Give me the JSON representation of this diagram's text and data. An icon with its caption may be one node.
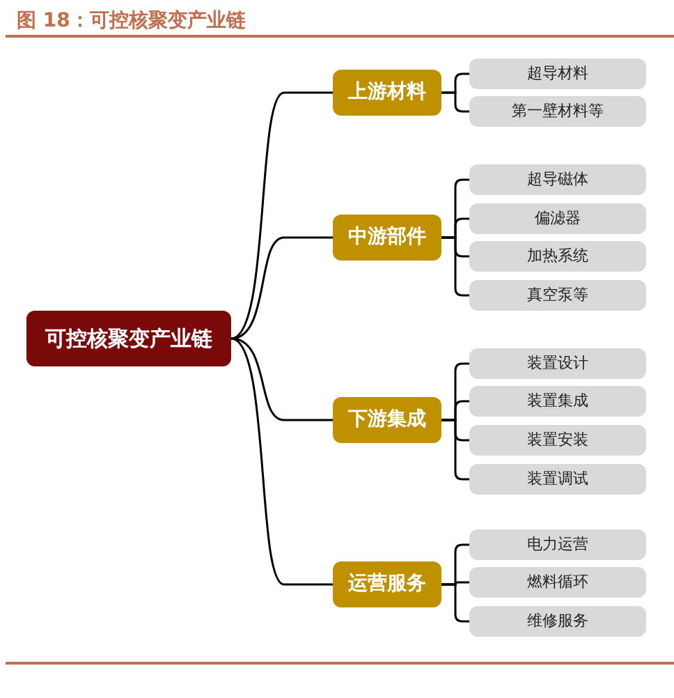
{
  "diagram": {
    "title": "图 18：可控核聚变产业链",
    "nodes": [
      {
        "text": [
          "可控核聚变产业链"
        ]
      },
      {
        "text": [
          "上游材料"
        ]
      },
      {
        "text": [
          "超导材料"
        ]
      },
      {
        "text": [
          "第一壁材料等"
        ]
      },
      {
        "text": [
          "中游部件"
        ]
      },
      {
        "text": [
          "超导磁体"
        ]
      },
      {
        "text": [
          "偏滤器"
        ]
      },
      {
        "text": [
          "加热系统"
        ]
      },
      {
        "text": [
          "真空泵等"
        ]
      },
      {
        "text": [
          "下游集成"
        ]
      },
      {
        "text": [
          "装置设计"
        ]
      },
      {
        "text": [
          "装置集成"
        ]
      },
      {
        "text": [
          "装置安装"
        ]
      },
      {
        "text": [
          "装置调试"
        ]
      },
      {
        "text": [
          "运营服务"
        ]
      },
      {
        "text": [
          "电力运营"
        ]
      },
      {
        "text": [
          "燃料循环"
        ]
      },
      {
        "text": [
          "维修服务"
        ]
      }
    ],
    "edges": [
      {
        "from": 0,
        "to": 1,
        "arrow": "none"
      },
      {
        "from": 1,
        "to": 2,
        "arrow": "none"
      },
      {
        "from": 1,
        "to": 3,
        "arrow": "none"
      },
      {
        "from": 0,
        "to": 4,
        "arrow": "none"
      },
      {
        "from": 4,
        "to": 5,
        "arrow": "none"
      },
      {
        "from": 4,
        "to": 6,
        "arrow": "none"
      },
      {
        "from": 4,
        "to": 7,
        "arrow": "none"
      },
      {
        "from": 4,
        "to": 8,
        "arrow": "none"
      },
      {
        "from": 0,
        "to": 9,
        "arrow": "none"
      },
      {
        "from": 9,
        "to": 10,
        "arrow": "none"
      },
      {
        "from": 9,
        "to": 11,
        "arrow": "none"
      },
      {
        "from": 9,
        "to": 12,
        "arrow": "none"
      },
      {
        "from": 9,
        "to": 13,
        "arrow": "none"
      },
      {
        "from": 0,
        "to": 14,
        "arrow": "none"
      },
      {
        "from": 14,
        "to": 15,
        "arrow": "none"
      },
      {
        "from": 14,
        "to": 16,
        "arrow": "none"
      },
      {
        "from": 14,
        "to": 17,
        "arrow": "none"
      }
    ]
  }
}
